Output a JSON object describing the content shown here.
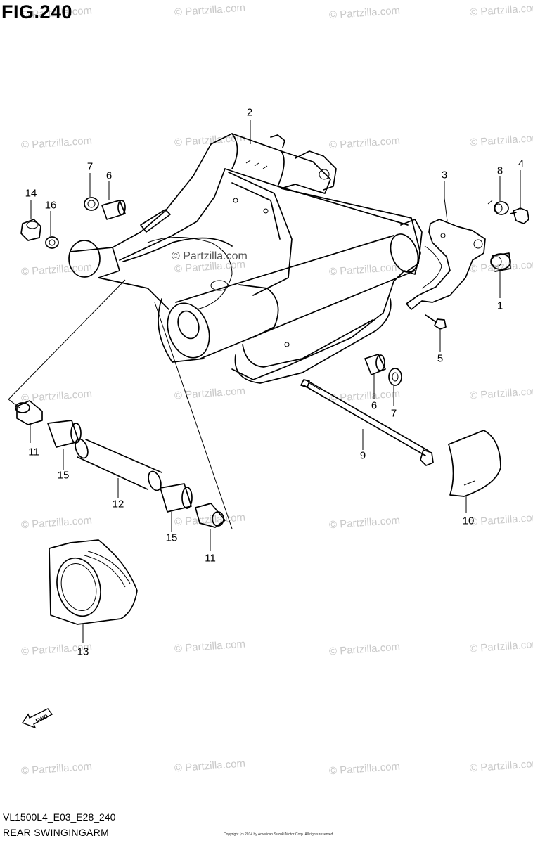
{
  "figure": {
    "title": "FIG.240",
    "code": "VL1500L4_E03_E28_240",
    "section": "REAR SWINGINGARM",
    "copyright": "Copyright (c) 2014 by American Suzuki Motor Corp. All rights reserved.",
    "fwd_label": "FWD"
  },
  "watermark": {
    "text": "© Partzilla.com",
    "center_text": "© Partzilla.com"
  },
  "callouts": [
    {
      "id": "c1",
      "label": "1"
    },
    {
      "id": "c2",
      "label": "2"
    },
    {
      "id": "c3",
      "label": "3"
    },
    {
      "id": "c4",
      "label": "4"
    },
    {
      "id": "c5",
      "label": "5"
    },
    {
      "id": "c6a",
      "label": "6"
    },
    {
      "id": "c6b",
      "label": "6"
    },
    {
      "id": "c7a",
      "label": "7"
    },
    {
      "id": "c7b",
      "label": "7"
    },
    {
      "id": "c8",
      "label": "8"
    },
    {
      "id": "c9",
      "label": "9"
    },
    {
      "id": "c10",
      "label": "10"
    },
    {
      "id": "c11a",
      "label": "11"
    },
    {
      "id": "c11b",
      "label": "11"
    },
    {
      "id": "c12",
      "label": "12"
    },
    {
      "id": "c13",
      "label": "13"
    },
    {
      "id": "c14",
      "label": "14"
    },
    {
      "id": "c15a",
      "label": "15"
    },
    {
      "id": "c15b",
      "label": "15"
    },
    {
      "id": "c16",
      "label": "16"
    }
  ]
}
